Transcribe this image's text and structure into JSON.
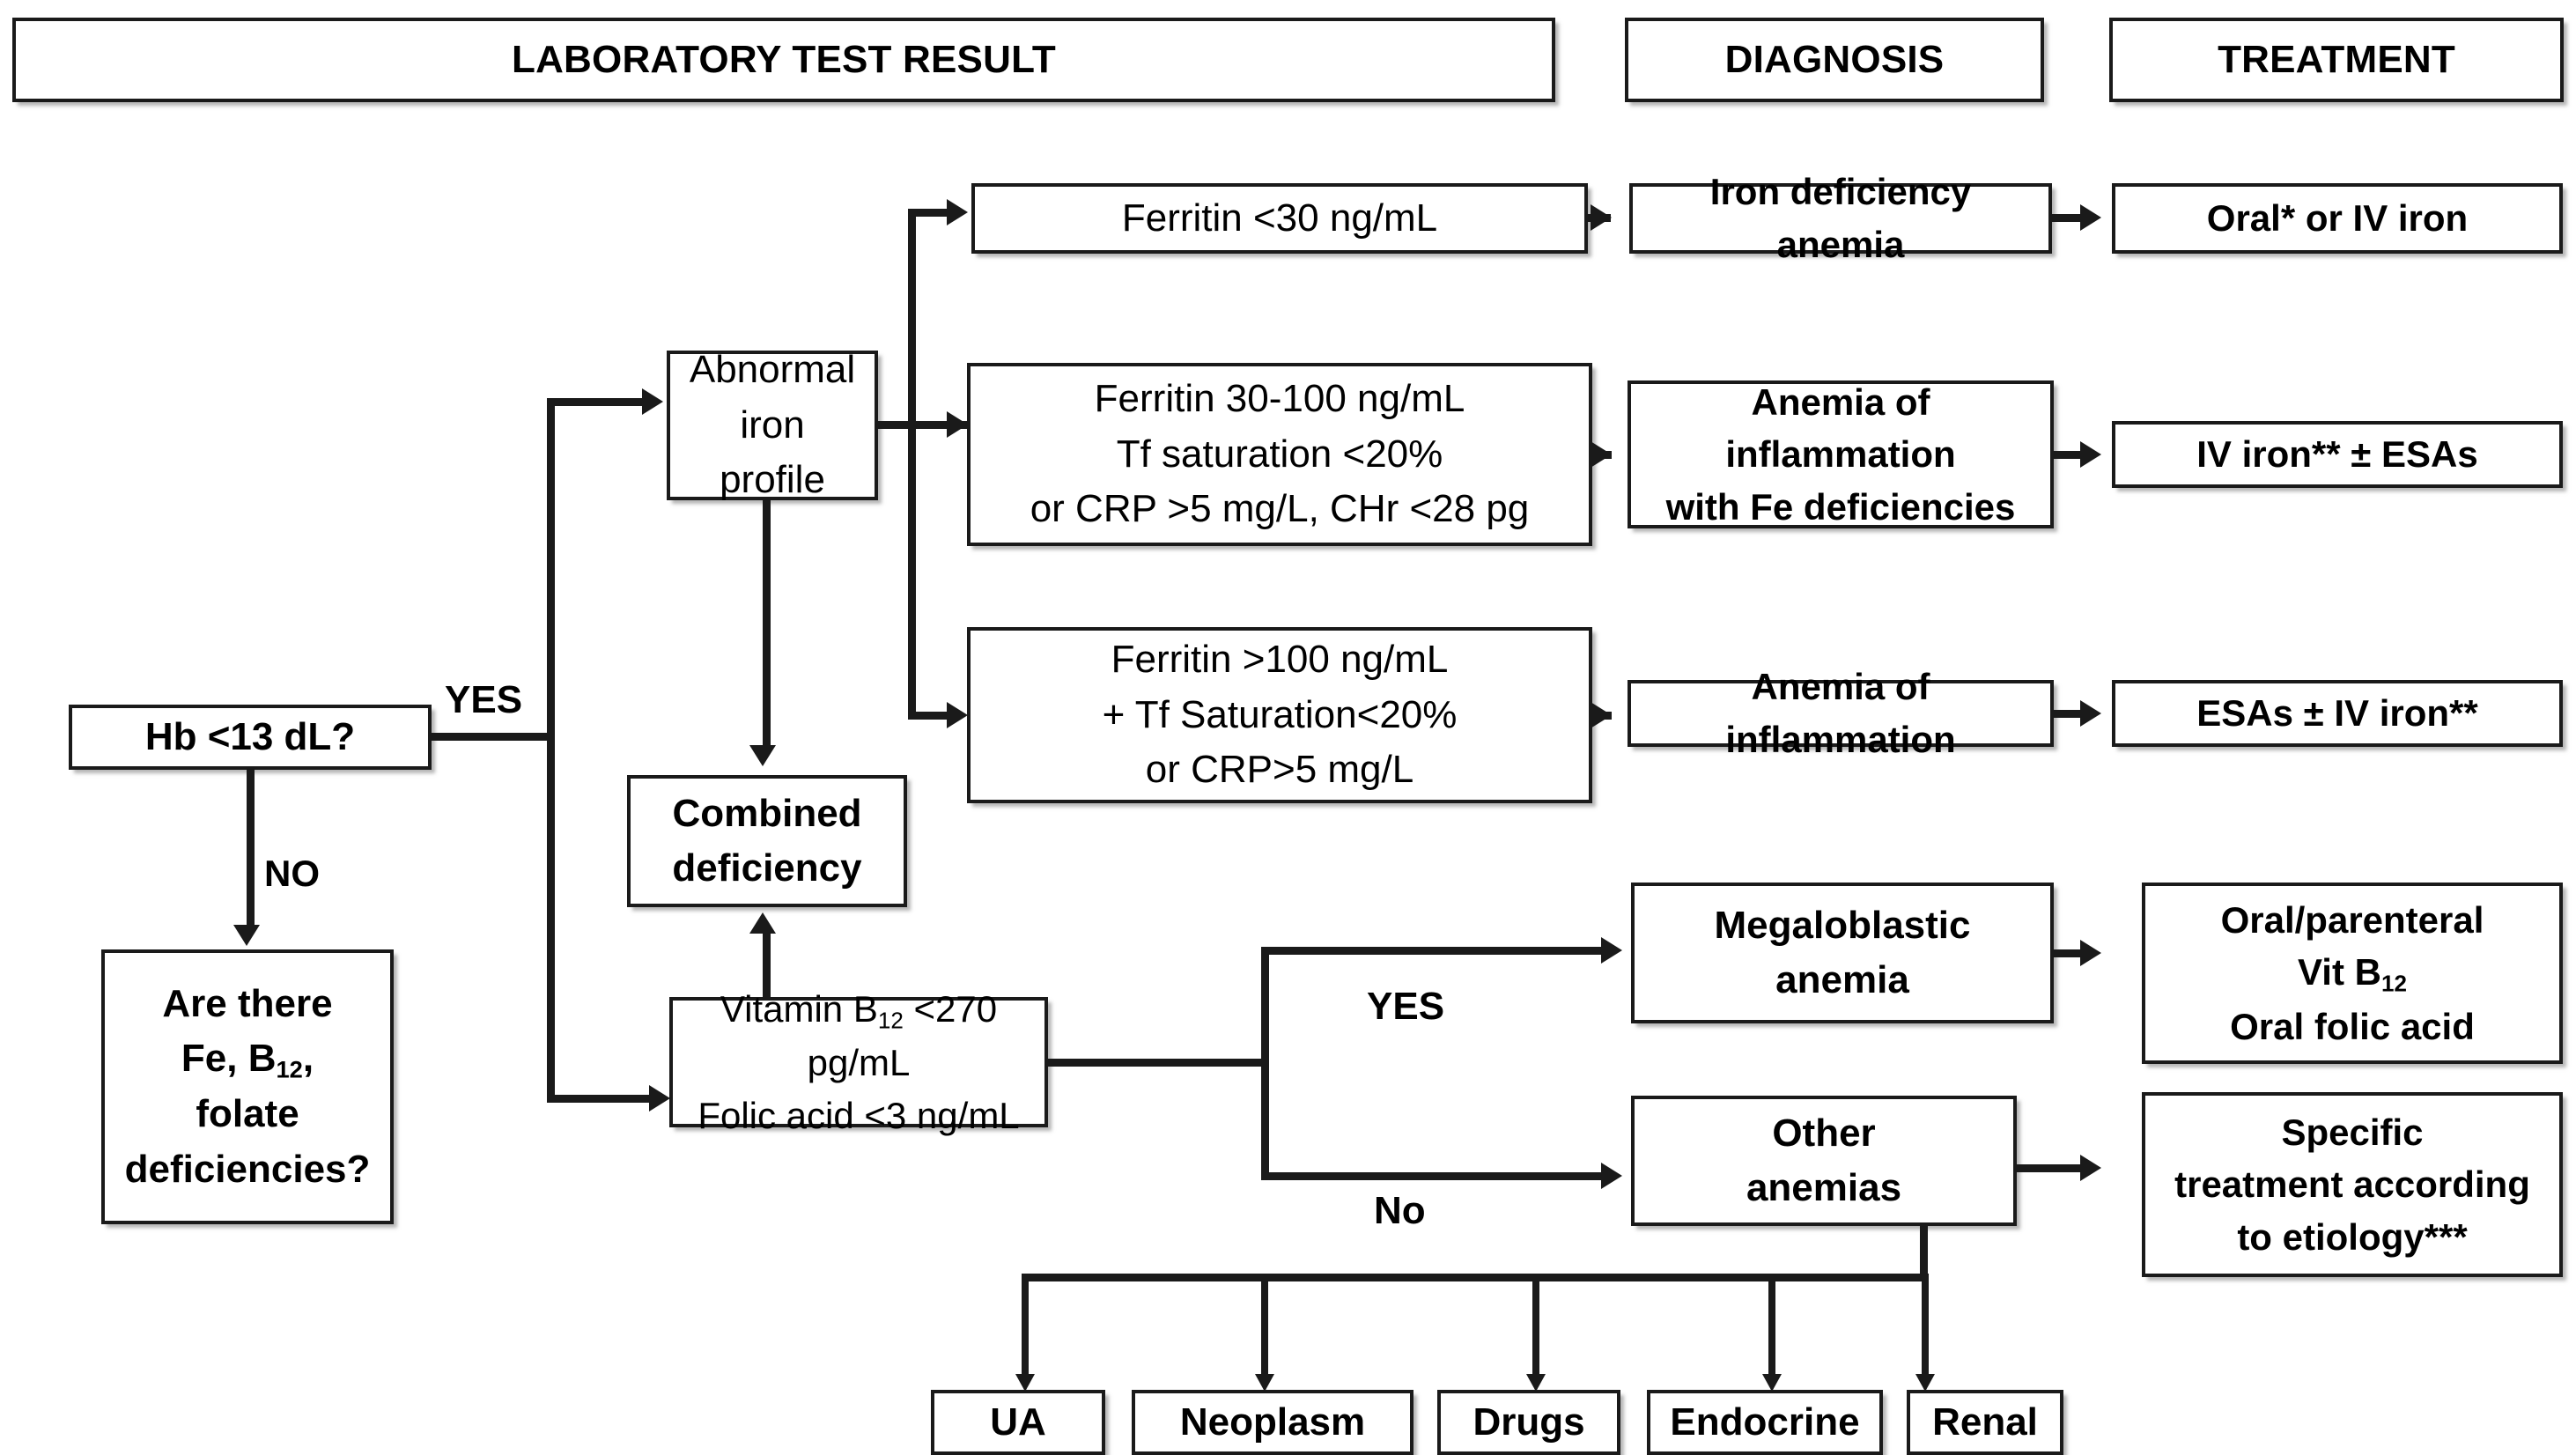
{
  "headers": {
    "lab": "LABORATORY TEST RESULT",
    "diagnosis": "DIAGNOSIS",
    "treatment": "TREATMENT"
  },
  "entry": {
    "hb_question": "Hb <13 dL?",
    "yes_label": "YES",
    "no_label": "NO",
    "deficiency_question_l1": "Are there",
    "deficiency_question_l2_a": "Fe, B",
    "deficiency_question_l2_sub": "12",
    "deficiency_question_l2_b": ",",
    "deficiency_question_l3": "folate",
    "deficiency_question_l4": "deficiencies?"
  },
  "middle": {
    "abnormal_iron_l1": "Abnormal",
    "abnormal_iron_l2": "iron",
    "abnormal_iron_l3": "profile",
    "combined_l1": "Combined",
    "combined_l2": "deficiency",
    "vitamin_l1_a": "Vitamin B",
    "vitamin_l1_sub": "12",
    "vitamin_l1_b": " <270 pg/mL",
    "vitamin_l2": "Folic acid <3 ng/mL",
    "branch_yes": "YES",
    "branch_no": "No"
  },
  "lab_results": [
    {
      "lines": [
        "Ferritin <30 ng/mL"
      ]
    },
    {
      "lines": [
        "Ferritin 30-100 ng/mL",
        "Tf saturation <20%",
        "or CRP >5 mg/L, CHr <28 pg"
      ]
    },
    {
      "lines": [
        "Ferritin >100 ng/mL",
        "+ Tf Saturation<20%",
        "or CRP>5 mg/L"
      ]
    }
  ],
  "diagnoses": [
    {
      "lines": [
        "Iron deficiency anemia"
      ]
    },
    {
      "lines": [
        "Anemia of inflammation",
        "with Fe deficiencies"
      ]
    },
    {
      "lines": [
        "Anemia of inflammation"
      ]
    },
    {
      "lines": [
        "Megaloblastic",
        "anemia"
      ]
    },
    {
      "lines": [
        "Other",
        "anemias"
      ]
    }
  ],
  "treatments": [
    {
      "lines": [
        "Oral* or IV iron"
      ]
    },
    {
      "lines": [
        "IV iron** ± ESAs"
      ]
    },
    {
      "lines": [
        "ESAs ± IV iron**"
      ]
    },
    {
      "lines": [
        "Oral/parenteral",
        "Vit B|12",
        "Oral folic acid"
      ]
    },
    {
      "lines": [
        "Specific",
        "treatment according",
        "to etiology***"
      ]
    }
  ],
  "etiologies": [
    {
      "label": "UA"
    },
    {
      "label": "Neoplasm"
    },
    {
      "label": "Drugs"
    },
    {
      "label": "Endocrine"
    },
    {
      "label": "Renal"
    }
  ],
  "colors": {
    "stroke": "#1a1a1a",
    "background": "#ffffff",
    "text": "#000000"
  }
}
